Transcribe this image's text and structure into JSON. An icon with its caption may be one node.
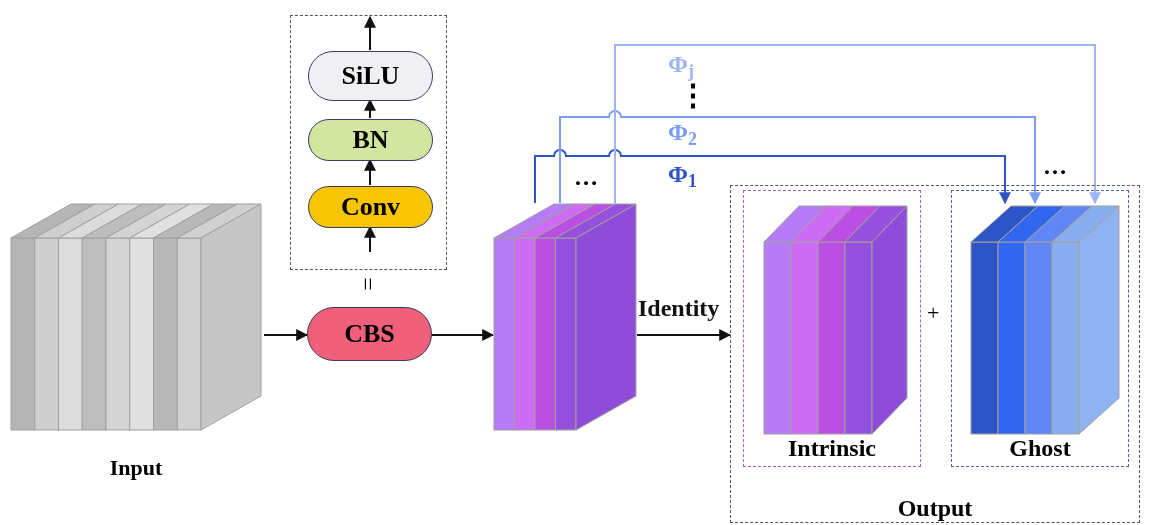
{
  "diagram": {
    "nodes": [
      {
        "text": [
          "Input"
        ]
      },
      {
        "text": [],
        "shape": "box"
      },
      {
        "text": [
          "SiLU"
        ],
        "in": 1
      },
      {
        "text": [
          "BN"
        ],
        "in": 1
      },
      {
        "text": [
          "Conv"
        ],
        "in": 1
      },
      {
        "text": [
          "CBS"
        ]
      },
      {
        "text": [],
        "shape": "picture"
      },
      {
        "text": [
          "Output"
        ]
      },
      {
        "text": [
          "Intrinsic"
        ],
        "in": 7
      },
      {
        "text": [
          "Ghost"
        ],
        "in": 7
      },
      {
        "text": [],
        "shape": "picture",
        "in": 9
      }
    ],
    "edges": [
      {
        "from": 0,
        "to": 5,
        "arrow": "to"
      },
      {
        "from": 5,
        "to": 6,
        "arrow": "to"
      },
      {
        "from": null,
        "to": 4,
        "arrow": "to"
      },
      {
        "from": 4,
        "to": 3,
        "arrow": "to"
      },
      {
        "from": 3,
        "to": 2,
        "arrow": "to"
      },
      {
        "from": 2,
        "to": null,
        "arrow": "to"
      },
      {
        "from": 6,
        "to": 7,
        "arrow": "to",
        "label": "Identity"
      },
      {
        "from": 6,
        "to": 10,
        "arrow": "to",
        "label": "Φ$_{1}$",
        "color": "#2f55c4"
      },
      {
        "from": 6,
        "to": 10,
        "arrow": "to",
        "label": "Φ$_{2}$",
        "color": "#7b9cf0"
      },
      {
        "from": 6,
        "to": 10,
        "arrow": "to",
        "label": "Φ$_{j}$",
        "color": "#9fb5f2"
      }
    ],
    "labels": [
      "=",
      "⋮",
      "…",
      "+",
      "…"
    ]
  }
}
